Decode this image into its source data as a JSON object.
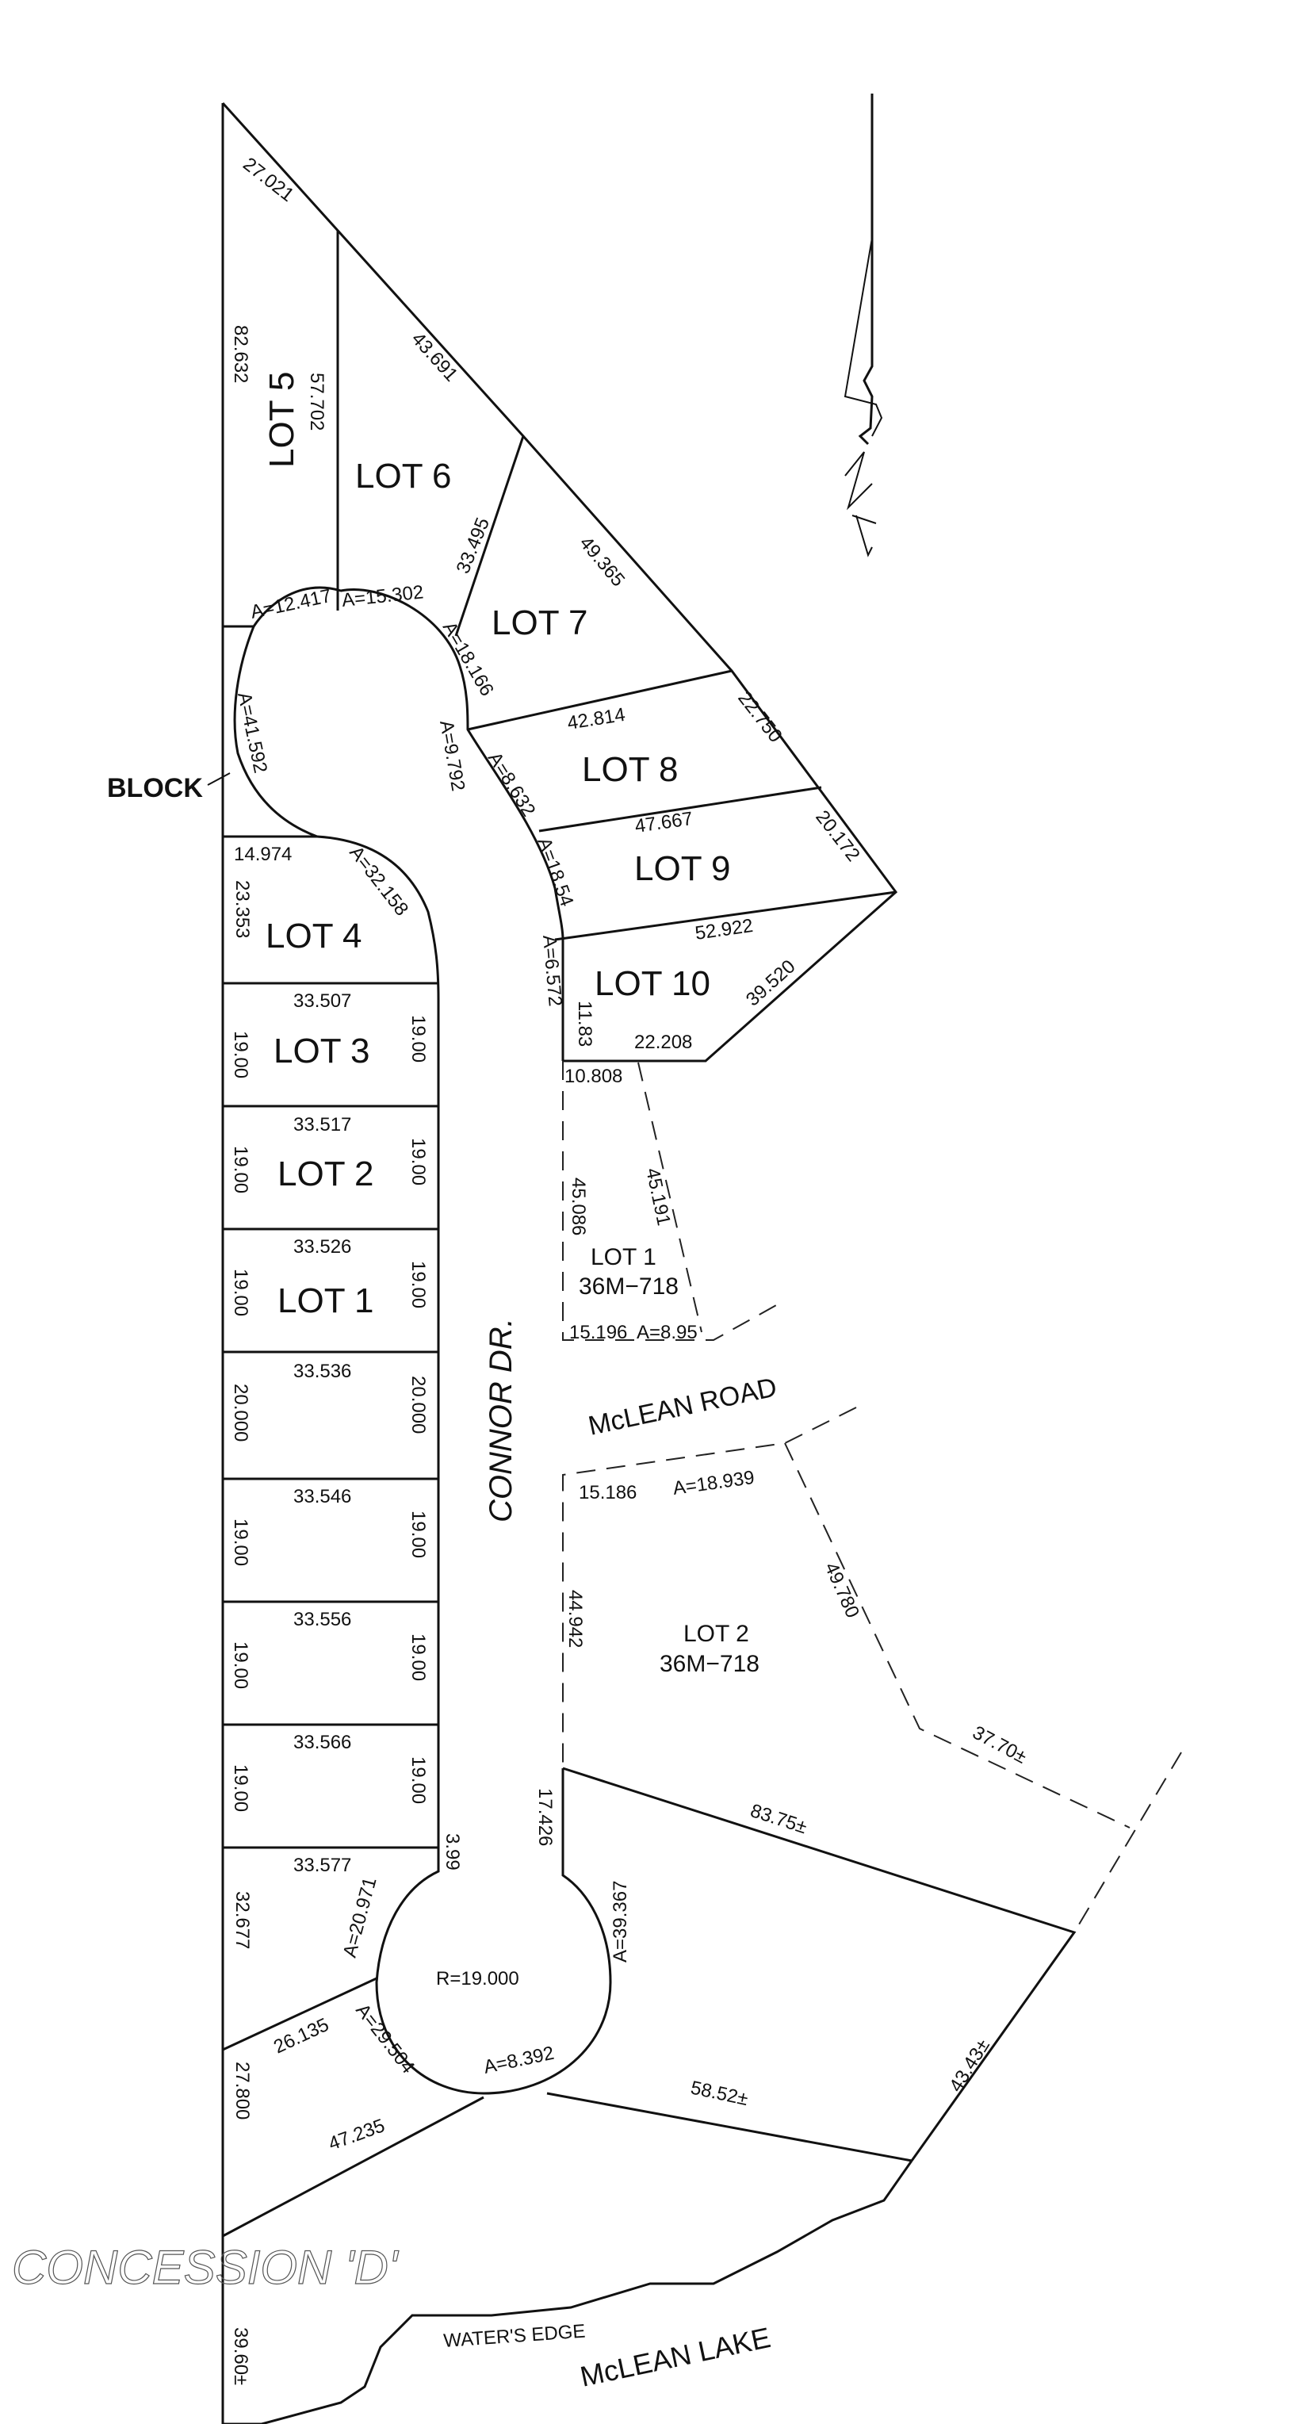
{
  "lots": {
    "lot1": "LOT 1",
    "lot2": "LOT 2",
    "lot3": "LOT 3",
    "lot4": "LOT 4",
    "lot5": "LOT 5",
    "lot6": "LOT 6",
    "lot7": "LOT 7",
    "lot8": "LOT 8",
    "lot9": "LOT 9",
    "lot10": "LOT 10"
  },
  "roads": {
    "connor": "CONNOR DR.",
    "mclean_road": "McLEAN ROAD",
    "concession": "CONCESSION 'D'"
  },
  "labels": {
    "block": "BLOCK",
    "mclean_lake": "McLEAN LAKE",
    "waters_edge": "WATER'S EDGE",
    "radius": "R=19.000"
  },
  "existing": {
    "lot1_name": "LOT 1",
    "lot1_plan": "36M−718",
    "lot2_name": "LOT 2",
    "lot2_plan": "36M−718"
  },
  "dims": {
    "d27021": "27.021",
    "d82632": "82.632",
    "d57702": "57.702",
    "d43691": "43.691",
    "d33495": "33.495",
    "d49365": "49.365",
    "dA12417": "A=12.417",
    "dA15302": "A=15.302",
    "dA18166": "A=18.166",
    "dA41592": "A=41.592",
    "dA9792": "A=9.792",
    "d42814": "42.814",
    "d22750": "22.750",
    "dA8632": "A=8.632",
    "d47667": "47.667",
    "d20172": "20.172",
    "d14974": "14.974",
    "dA32158": "A=32.158",
    "d23353": "23.353",
    "dA1854": "A=18.54",
    "d52922": "52.922",
    "dA6572": "A=6.572",
    "d39520": "39.520",
    "d1183": "11.83",
    "d22208": "22.208",
    "d10808": "10.808",
    "d33507": "33.507",
    "l3left": "19.00",
    "l3right": "19.00",
    "d33517": "33.517",
    "l2left": "19.00",
    "l2right": "19.00",
    "d45086": "45.086",
    "d45191": "45.191",
    "d33526": "33.526",
    "l1left": "19.00",
    "l1right": "19.00",
    "d15196": "15.196",
    "dA895": "A=8.95",
    "d33536": "33.536",
    "u1left": "20.000",
    "u1right": "20.000",
    "d15186": "15.186",
    "dA18939": "A=18.939",
    "d33546": "33.546",
    "u2left": "19.00",
    "u2right": "19.00",
    "d49780": "49.780",
    "d44942": "44.942",
    "d33556": "33.556",
    "u3left": "19.00",
    "u3right": "19.00",
    "d33566": "33.566",
    "u4left": "19.00",
    "u4right": "19.00",
    "d3770": "37.70±",
    "d17426": "17.426",
    "d399": "3.99",
    "d33577": "33.577",
    "d8375": "83.75±",
    "dA20971": "A=20.971",
    "d32677": "32.677",
    "dA39367": "A=39.367",
    "d43_43": "43.43±",
    "d26135": "26.135",
    "dA29504": "A=29.504",
    "d27800": "27.800",
    "dA8392": "A=8.392",
    "d5852": "58.52±",
    "d47235": "47.235",
    "d3960": "39.60±"
  }
}
